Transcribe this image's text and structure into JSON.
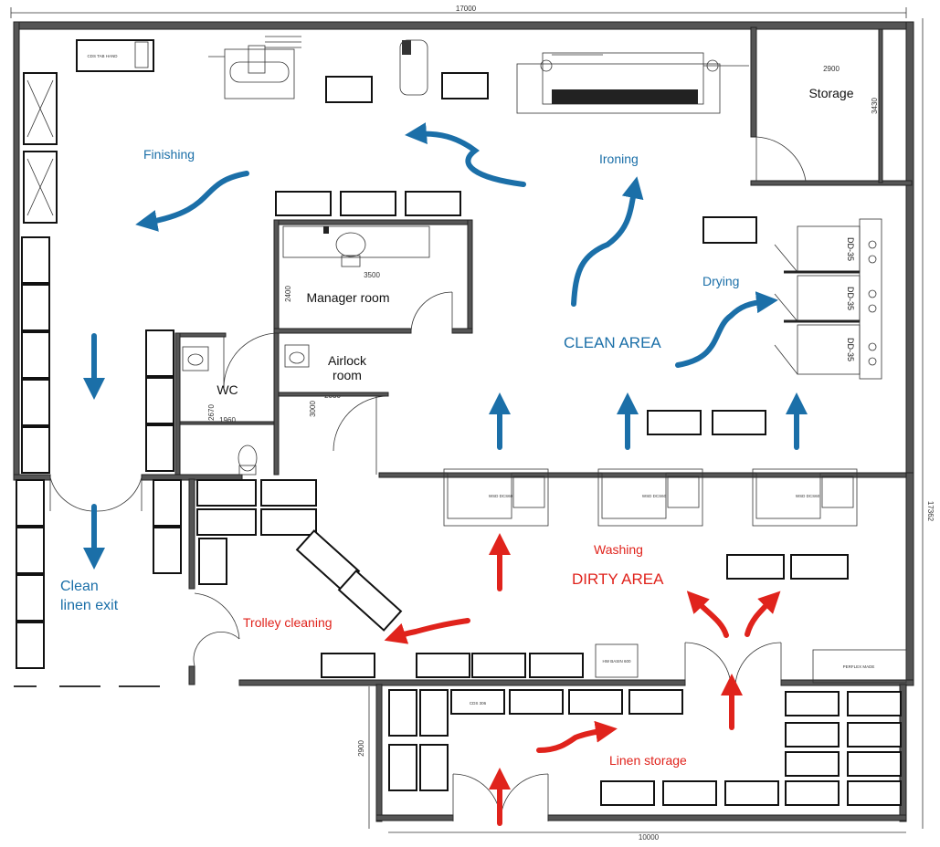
{
  "colors": {
    "clean": "#1b6fa8",
    "dirty": "#e0231c",
    "wall": "#222222"
  },
  "dimensions": {
    "total_width": "17000",
    "total_height": "17362",
    "lower_width": "10000",
    "lower_height": "2900",
    "storage_w": "2900",
    "storage_h": "3430",
    "manager_w": "3500",
    "manager_h": "2400",
    "wc_w": "1960",
    "wc_h": "2670",
    "airlock_w": "2030",
    "airlock_h": "3000"
  },
  "rooms": {
    "storage": "Storage",
    "manager": "Manager room",
    "airlock_line1": "Airlock",
    "airlock_line2": "room",
    "wc": "WC"
  },
  "zones": {
    "clean_area": "CLEAN AREA",
    "dirty_area": "DIRTY AREA"
  },
  "process_labels": {
    "finishing": "Finishing",
    "ironing": "Ironing",
    "drying": "Drying",
    "washing": "Washing",
    "trolley_cleaning": "Trolley cleaning",
    "linen_storage": "Linen storage",
    "exit_line1": "Clean",
    "exit_line2": "linen exit"
  },
  "equipment": {
    "cage": "CDS 306",
    "table": "CDS TAB HAND",
    "washer": "WSD DCS60",
    "dryer": "DD-35",
    "basin": "HW BASIN 600",
    "rack": "PERFLEX MADE"
  }
}
